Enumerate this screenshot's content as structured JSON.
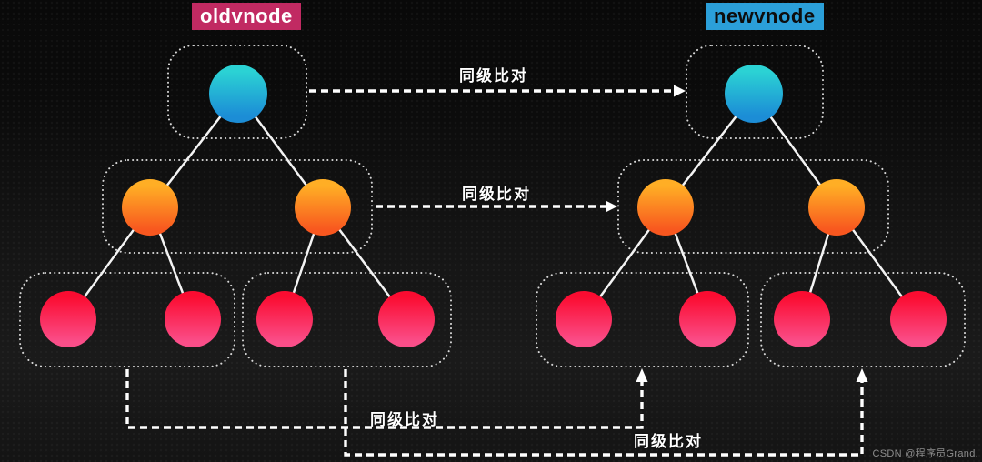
{
  "header": {
    "old_title": "oldvnode",
    "new_title": "newvnode"
  },
  "arrows": {
    "root": {
      "label": "同级比对",
      "from": "oldvnode-root-group",
      "to": "newvnode-root-group",
      "direction": "right"
    },
    "branch": {
      "label": "同级比对",
      "from": "oldvnode-branch-group",
      "to": "newvnode-branch-group",
      "direction": "right"
    },
    "leaf_first": {
      "label": "同级比对",
      "from": "oldvnode-leaf-group-1",
      "to": "newvnode-leaf-group-1",
      "direction": "up"
    },
    "leaf_second": {
      "label": "同级比对",
      "from": "oldvnode-leaf-group-2",
      "to": "newvnode-leaf-group-2",
      "direction": "up"
    }
  },
  "watermark": "CSDN @程序员Grand.",
  "colors": {
    "old_label_bg": "#c12a62",
    "old_label_text": "#ffffff",
    "new_label_bg": "#2b9fd9",
    "new_label_text": "#0d0d0d",
    "root_node_top": "#2bd2d4",
    "root_node_bottom": "#1c8dd6",
    "branch_node_top": "#ffae25",
    "branch_node_bottom": "#f8571f",
    "leaf_node_top": "#fb0c31",
    "leaf_node_bottom": "#fa4e89",
    "edge_line": "#f4f4f4",
    "dashed_box": "#e9e9e9",
    "background_top": "#090909",
    "background_bottom": "#1a1a1a"
  },
  "trees": {
    "old": {
      "label": "oldvnode",
      "levels": [
        {
          "depth": 1,
          "node_count": 1,
          "node_role": "root",
          "groups": [
            1
          ]
        },
        {
          "depth": 2,
          "node_count": 2,
          "node_role": "branch",
          "groups": [
            2
          ]
        },
        {
          "depth": 3,
          "node_count": 4,
          "node_role": "leaf",
          "groups": [
            2,
            2
          ]
        }
      ]
    },
    "new": {
      "label": "newvnode",
      "levels": [
        {
          "depth": 1,
          "node_count": 1,
          "node_role": "root",
          "groups": [
            1
          ]
        },
        {
          "depth": 2,
          "node_count": 2,
          "node_role": "branch",
          "groups": [
            2
          ]
        },
        {
          "depth": 3,
          "node_count": 4,
          "node_role": "leaf",
          "groups": [
            2,
            2
          ]
        }
      ]
    }
  }
}
